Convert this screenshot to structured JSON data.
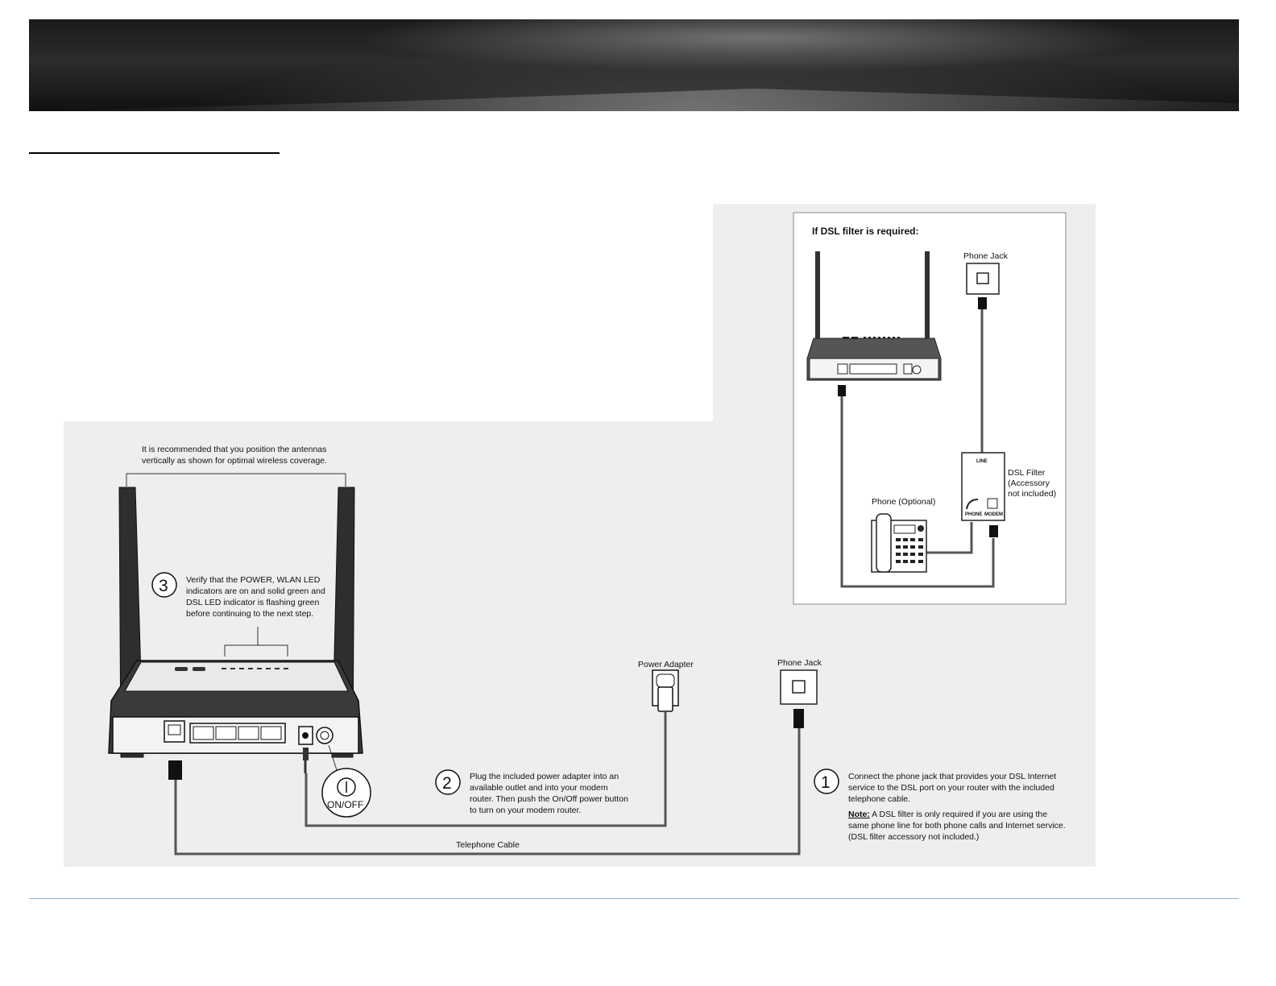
{
  "inset": {
    "title": "If DSL filter is required:",
    "phone_jack_label": "Phone Jack",
    "line_label": "LINE",
    "dsl_filter_label": [
      "DSL Filter",
      "(Accessory",
      "not included)"
    ],
    "phone_optional_label": "Phone (Optional)",
    "phone_port_label": "PHONE",
    "modem_port_label": "MODEM"
  },
  "main": {
    "antenna_note": [
      "It is recommended that you position the antennas",
      "vertically as shown for optimal wireless coverage."
    ],
    "step3_number": "3",
    "step3_text": [
      "Verify that the POWER, WLAN LED",
      "indicators are on and solid green and",
      "DSL LED indicator is flashing green",
      "before continuing to the next step."
    ],
    "power_adapter_label": "Power Adapter",
    "phone_jack_label": "Phone Jack",
    "on_off_label": "ON/OFF",
    "step2_number": "2",
    "step2_text": [
      "Plug the included power adapter into an",
      "available outlet and into your modem",
      "router. Then push the On/Off power button",
      "to turn on your modem router."
    ],
    "step1_number": "1",
    "step1_text": [
      "Connect the phone jack that provides your DSL Internet",
      "service to the DSL port on your router with the included",
      "telephone cable."
    ],
    "note_label": "Note:",
    "note_text": [
      " A DSL filter is only required if you are using the",
      "same phone line for both phone calls and Internet service.",
      "(DSL filter accessory not included.)"
    ],
    "telephone_cable_label": "Telephone Cable"
  }
}
